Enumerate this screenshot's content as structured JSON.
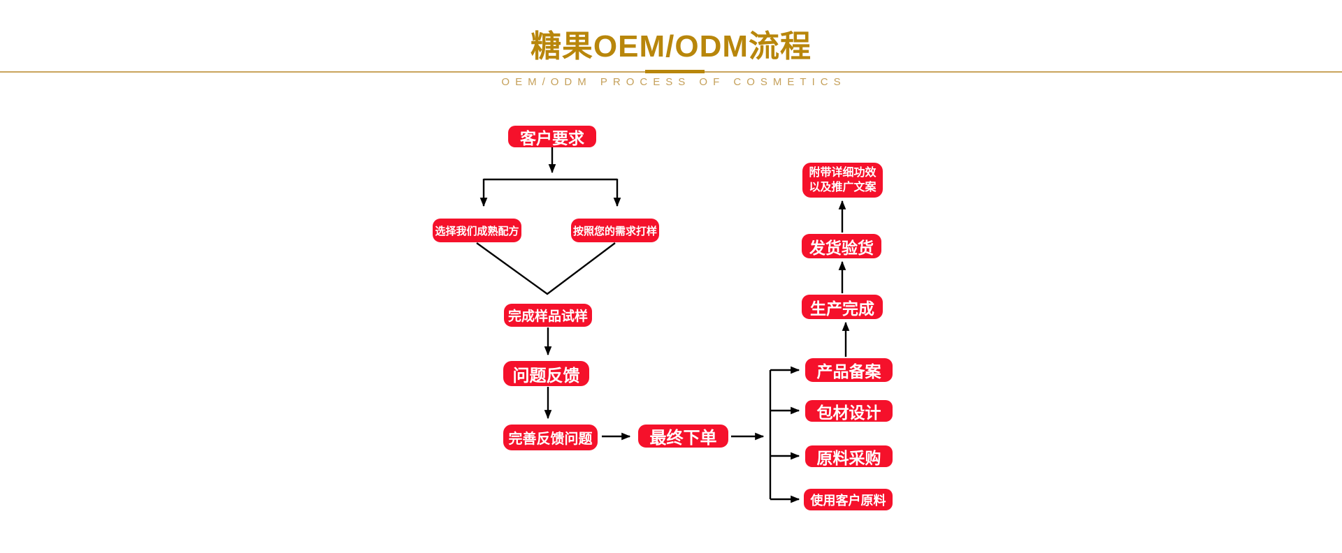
{
  "header": {
    "title": "糖果OEM/ODM流程",
    "subtitle": "OEM/ODM PROCESS OF COSMETICS"
  },
  "colors": {
    "gold": "#B8860B",
    "goldLight": "#C9A45C",
    "goldSoft": "#C5A05A",
    "red": "#F5112B",
    "nodeText": "#FFFFFF",
    "connector": "#000000"
  },
  "flow": {
    "customer_request": "客户要求",
    "choose_formula": "选择我们成熟配方",
    "custom_sample": "按照您的需求打样",
    "complete_sample": "完成样品试样",
    "problem_feedback": "问题反馈",
    "refine_feedback": "完善反馈问题",
    "final_order": "最终下单",
    "product_filing": "产品备案",
    "packaging_design": "包材设计",
    "material_purchase": "原料采购",
    "customer_material": "使用客户原料",
    "production_complete": "生产完成",
    "shipment_inspection": "发货验货",
    "docs_line1": "附带详细功效",
    "docs_line2": "以及推广文案"
  }
}
